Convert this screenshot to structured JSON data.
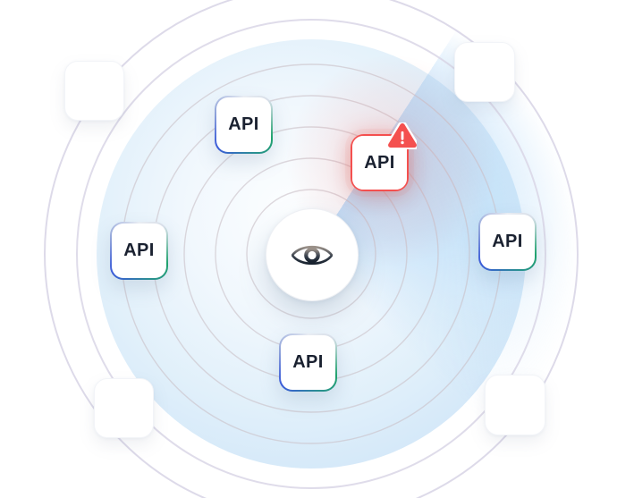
{
  "illustration": {
    "name": "api-monitoring-radar",
    "center_icon": "eye-icon",
    "alert_icon": "warning-triangle-icon"
  },
  "cards": [
    {
      "label": "API",
      "state": "normal",
      "position": "top-left"
    },
    {
      "label": "API",
      "state": "alert",
      "position": "top-right"
    },
    {
      "label": "API",
      "state": "normal",
      "position": "left"
    },
    {
      "label": "API",
      "state": "normal",
      "position": "right"
    },
    {
      "label": "API",
      "state": "normal",
      "position": "bottom"
    }
  ],
  "colors": {
    "alert_red": "#f4504f",
    "card_gradient_green": "#1fa26d",
    "card_gradient_blue": "#3a5bd9",
    "radar_blue": "#d0e6f8",
    "sweep_blue": "#8cc6f6",
    "inner_ring_gray": "#c9c0c6",
    "outer_ring_lavender": "#d8d5e5",
    "text_dark": "#1a2130",
    "background": "#ffffff"
  }
}
